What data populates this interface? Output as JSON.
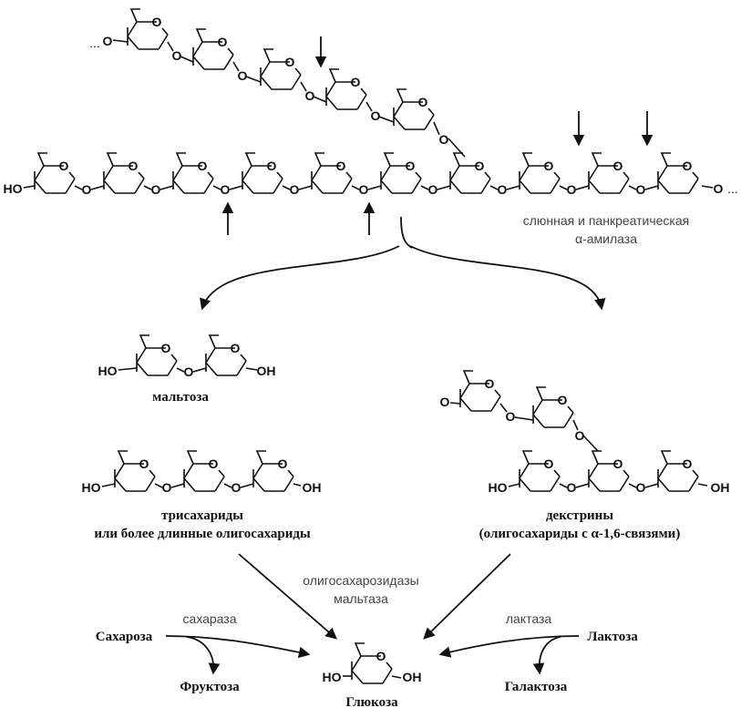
{
  "atoms": {
    "ring_oxygen": "O",
    "bridge_oxygen": "O",
    "hydroxyl": "HO",
    "hydroxyl_r": "OH",
    "chain_end": "..."
  },
  "labels": {
    "enzyme_amylase_line1": "слюнная и панкреатическая",
    "enzyme_amylase_line2": "α-амилаза",
    "maltose": "мальтоза",
    "trisaccharides_line1": "трисахариды",
    "trisaccharides_line2": "или более длинные олигосахариды",
    "dextrins_line1": "декстрины",
    "dextrins_line2": "(олигосахариды с α-1,6-связями)",
    "oligo_enzyme_line1": "олигосахарозидазы",
    "oligo_enzyme_line2": "мальтаза",
    "sucrase": "сахараза",
    "sucrose": "Сахароза",
    "fructose": "Фруктоза",
    "lactase": "лактаза",
    "lactose": "Лактоза",
    "galactose": "Галактоза",
    "glucose": "Глюкоза"
  },
  "colors": {
    "ink": "#111111",
    "enzyme_text": "#444444",
    "background": "#ffffff"
  }
}
